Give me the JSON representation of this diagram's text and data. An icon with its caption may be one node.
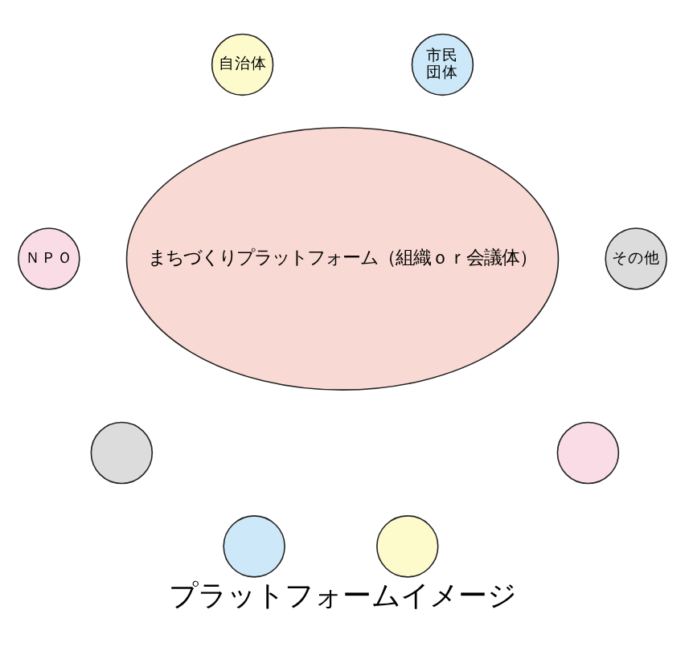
{
  "diagram": {
    "caption": "プラットフォームイメージ",
    "nodes": [
      {
        "text": [
          "まちづくりプラットフォーム（組織ｏｒ会議体）"
        ]
      },
      {
        "text": [
          "自治体"
        ]
      },
      {
        "text": [
          "市民団体"
        ]
      },
      {
        "text": [
          "ＮＰＯ"
        ]
      },
      {
        "text": [
          "その他"
        ]
      },
      {
        "text": [],
        "shape": "circle"
      },
      {
        "text": [],
        "shape": "circle"
      },
      {
        "text": [],
        "shape": "circle"
      },
      {
        "text": [],
        "shape": "circle"
      }
    ],
    "edges": []
  }
}
